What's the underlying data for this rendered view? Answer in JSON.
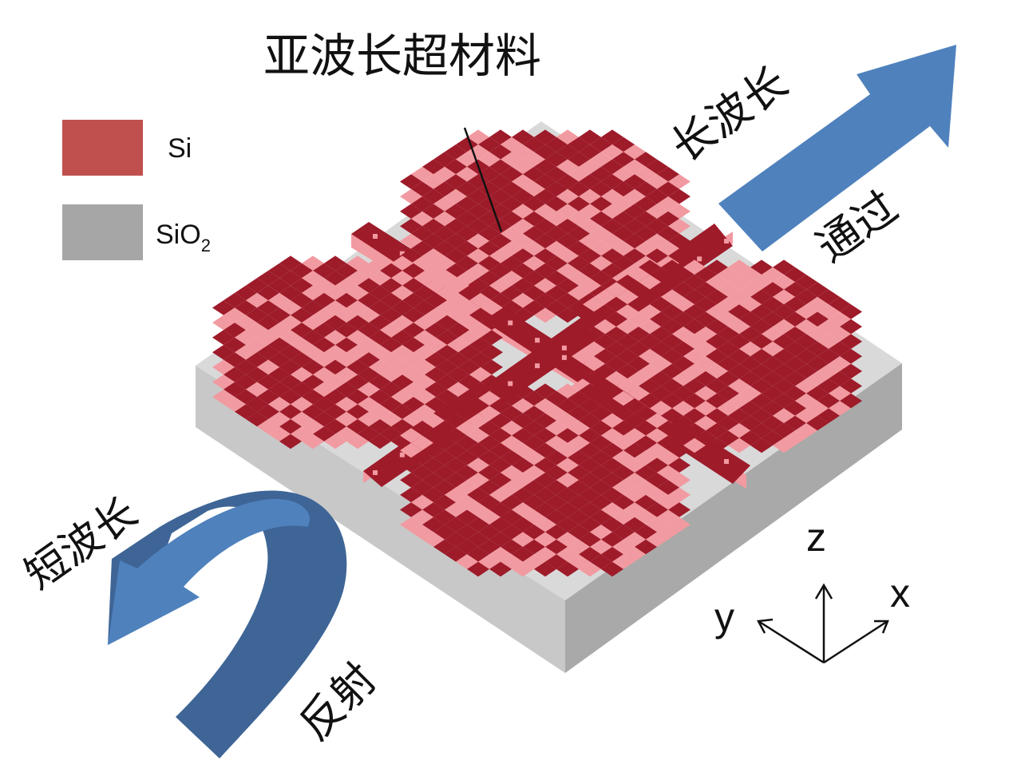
{
  "title": "亚波长超材料",
  "legend": [
    {
      "label": "Si",
      "color": "#c0504d"
    },
    {
      "label": "SiO",
      "subscript": "2",
      "color": "#a6a6a6"
    }
  ],
  "transmitted": {
    "line1": "长波长",
    "line2": "通过"
  },
  "reflected": {
    "line1": "短波长",
    "line2": "反射"
  },
  "axes": {
    "z": "z",
    "y": "y",
    "x": "x"
  },
  "colors": {
    "substrate_top": "#d9d9d9",
    "substrate_left": "#c8c8c8",
    "substrate_right": "#a9a9a9",
    "si_top": "#9e1b2a",
    "si_side": "#f29aa1",
    "arrow_blue": "#4f81bd",
    "arrow_dark": "#3e6596"
  }
}
